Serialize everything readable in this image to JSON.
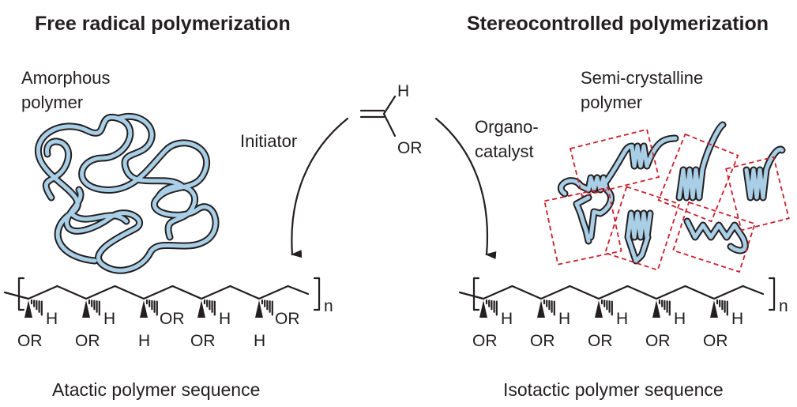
{
  "left_panel": {
    "heading": "Free radical polymerization",
    "polymer_label_line1": "Amorphous",
    "polymer_label_line2": "polymer",
    "arrow_label": "Initiator",
    "sequence_label": "Atactic polymer sequence",
    "substituents": [
      {
        "top": "H",
        "bottom": "OR",
        "wedge": "down"
      },
      {
        "top": "H",
        "bottom": "OR",
        "wedge": "down"
      },
      {
        "top": "OR",
        "bottom": "H",
        "wedge": "up"
      },
      {
        "top": "H",
        "bottom": "OR",
        "wedge": "down"
      },
      {
        "top": "OR",
        "bottom": "H",
        "wedge": "up"
      }
    ],
    "repeat_subscript": "n"
  },
  "right_panel": {
    "heading": "Stereocontrolled polymerization",
    "polymer_label_line1": "Semi-crystalline",
    "polymer_label_line2": "polymer",
    "arrow_label_line1": "Organo-",
    "arrow_label_line2": "catalyst",
    "sequence_label": "Isotactic polymer sequence",
    "substituents": [
      {
        "top": "H",
        "bottom": "OR",
        "wedge": "down"
      },
      {
        "top": "H",
        "bottom": "OR",
        "wedge": "down"
      },
      {
        "top": "H",
        "bottom": "OR",
        "wedge": "down"
      },
      {
        "top": "H",
        "bottom": "OR",
        "wedge": "down"
      },
      {
        "top": "H",
        "bottom": "OR",
        "wedge": "down"
      }
    ],
    "repeat_subscript": "n"
  },
  "monomer": {
    "atom_top": "H",
    "atom_bottom": "OR"
  },
  "colors": {
    "ink": "#231f20",
    "chain_fill": "#a9cfe6",
    "crystal_box": "#c8202e"
  }
}
